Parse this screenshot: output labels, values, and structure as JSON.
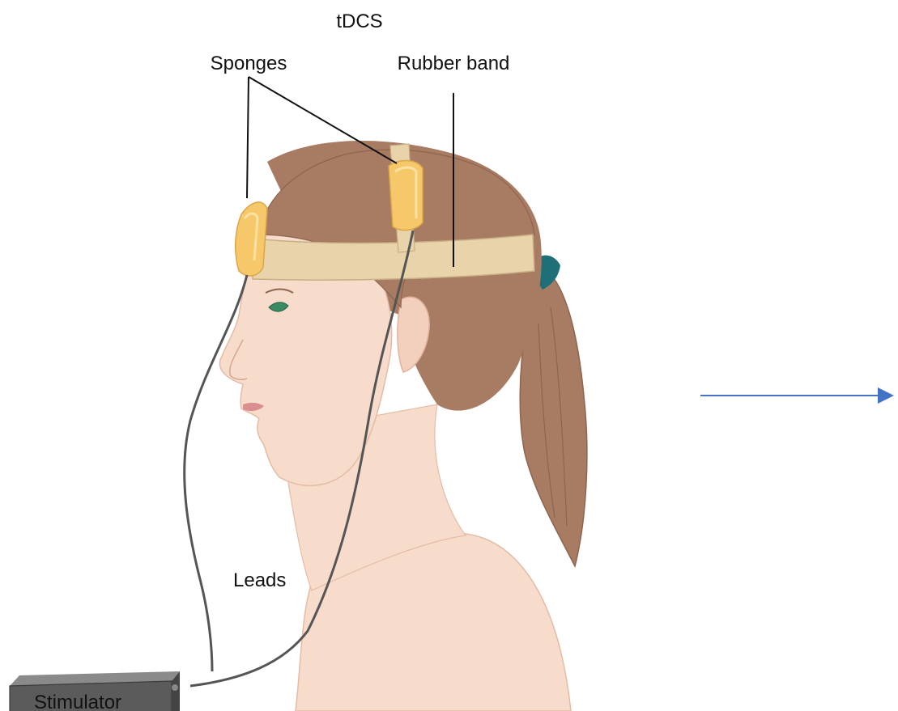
{
  "diagram": {
    "title": "tDCS",
    "labels": {
      "sponges": "Sponges",
      "rubber_band": "Rubber band",
      "leads": "Leads",
      "stimulator": "Stimulator"
    }
  },
  "colors": {
    "skin": "#f7dccc",
    "skin_shadow": "#efc7b3",
    "hair": "#a87b63",
    "hair_dark": "#8d6450",
    "band": "#e9d3ab",
    "sponge": "#f6c86a",
    "sponge_light": "#fbe2a4",
    "lead_wire": "#555555",
    "stimulator": "#5b5b5b",
    "hair_tie": "#1f6f78",
    "arrow": "#4472c4",
    "lip": "#d98f8f",
    "eye": "#3a8a63"
  }
}
